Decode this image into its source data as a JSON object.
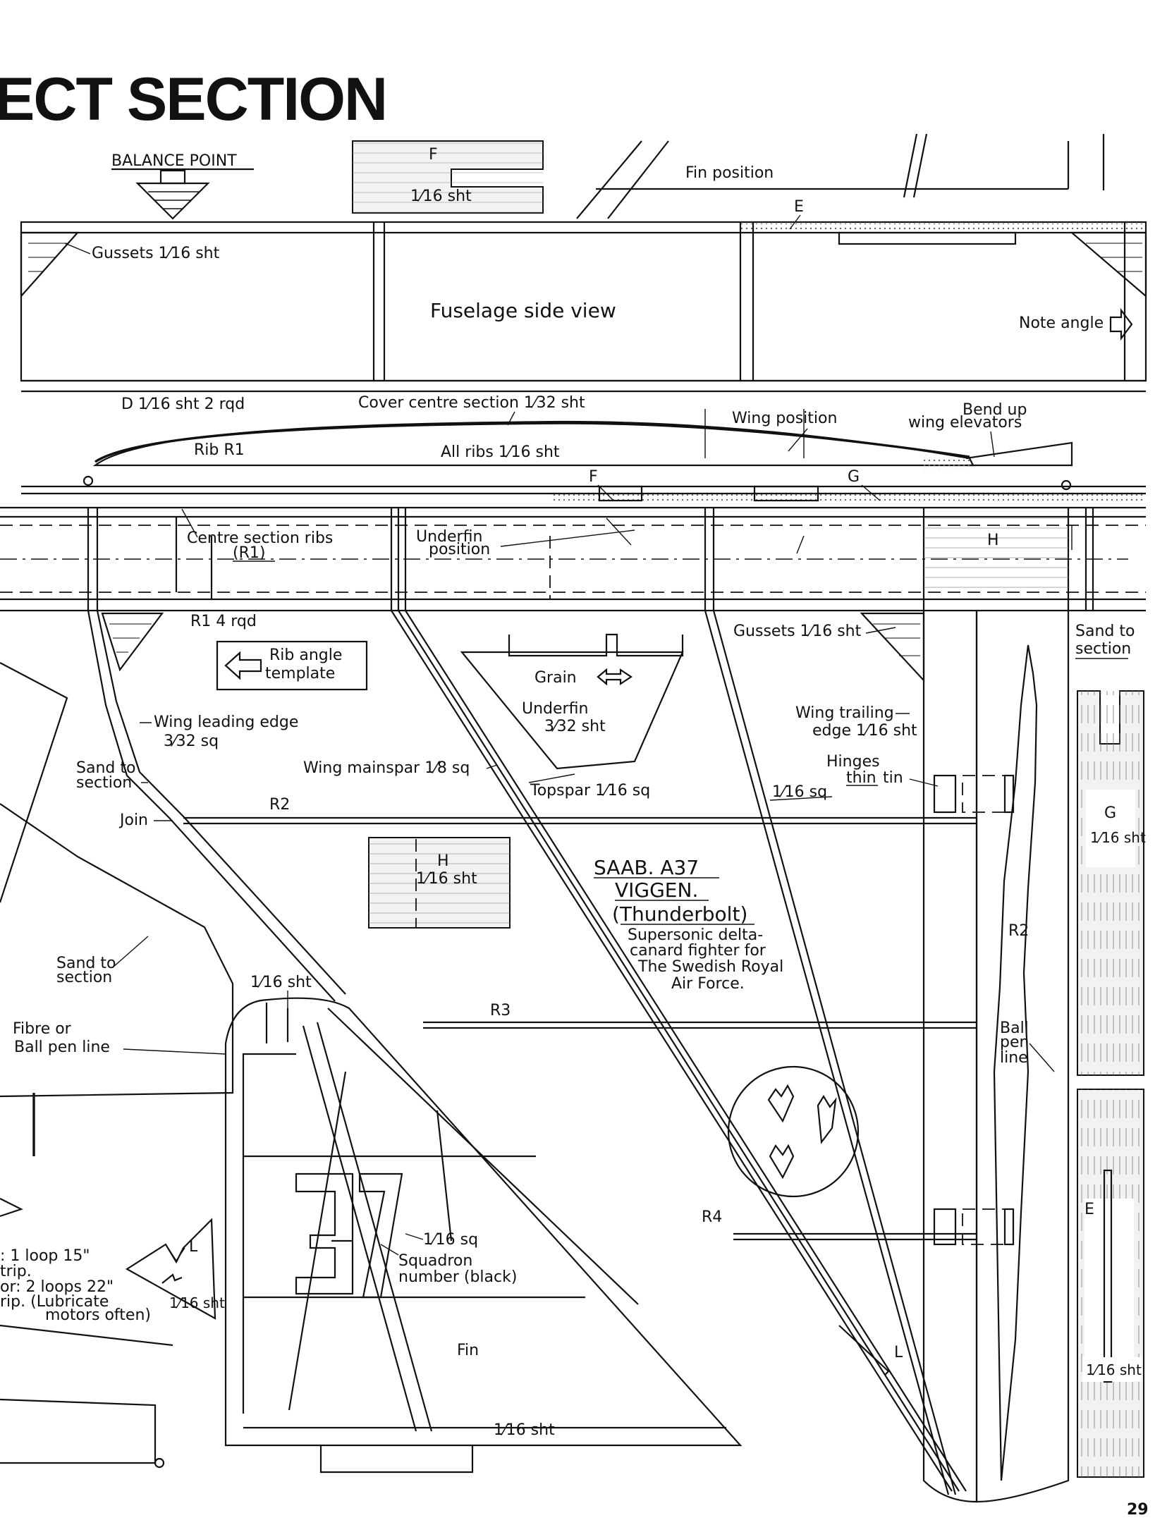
{
  "header": {
    "title": "ECT SECTION"
  },
  "page_number": "29",
  "fuselage": {
    "balance_point": "BALANCE POINT",
    "part_f": "F",
    "part_f_material": "1⁄16 sht",
    "fin_position": "Fin position",
    "part_e": "E",
    "gussets_top": "Gussets 1⁄16 sht",
    "side_view": "Fuselage side view",
    "note_angle": "Note angle",
    "d_label": "D 1⁄16 sht    2 rqd",
    "cover_centre": "Cover centre section 1⁄32 sht",
    "wing_position": "Wing position",
    "bend_up_1": "Bend up",
    "bend_up_2": "wing elevators",
    "rib_r1": "Rib R1",
    "all_ribs": "All ribs 1⁄16 sht",
    "part_f2": "F",
    "part_g": "G"
  },
  "wing": {
    "centre_ribs_1": "Centre section ribs",
    "centre_ribs_2": "(R1)",
    "underfin_pos_1": "Underfin",
    "underfin_pos_2": "position",
    "part_h": "H",
    "r1_rqd": "R1      4 rqd",
    "gussets_right": "Gussets 1⁄16 sht",
    "sand_section_top_1": "Sand to",
    "sand_section_top_2": "section",
    "rib_angle_1": "Rib angle",
    "rib_angle_2": "template",
    "grain": "Grain",
    "underfin_1": "Underfin",
    "underfin_2": "3⁄32 sht",
    "leading_edge_1": "Wing leading edge",
    "leading_edge_2": "3⁄32 sq",
    "trailing_edge_1": "Wing trailing",
    "trailing_edge_2": "edge 1⁄16 sht",
    "hinges_1": "Hinges",
    "hinges_thin": "thin",
    "hinges_tin": "tin",
    "sand_left_1": "Sand to",
    "sand_left_2": "section",
    "mainspar": "Wing mainspar 1⁄8 sq",
    "topspar": "Topspar 1⁄16 sq",
    "sixteenth_sq": "1⁄16 sq",
    "join": "Join",
    "r2": "R2",
    "part_g_side": "G",
    "part_g_side_mat": "1⁄16 sht",
    "h_sheet": "H",
    "h_sheet_mat": "1⁄16 sht",
    "r2_side": "R2",
    "r3": "R3",
    "r4": "R4",
    "ball_pen_1": "Ball",
    "ball_pen_2": "pen",
    "ball_pen_3": "line",
    "part_e_side": "E",
    "part_e_side_mat": "1⁄16 sht"
  },
  "title_block": {
    "line1": "SAAB. A37",
    "line2": "VIGGEN.",
    "line3": "(Thunderbolt)",
    "desc1": "Supersonic delta-",
    "desc2": "canard fighter for",
    "desc3": "The Swedish Royal",
    "desc4": "Air Force."
  },
  "fin": {
    "sand_section_1": "Sand to",
    "sand_section_2": "section",
    "sixteenth_sht": "1⁄16 sht",
    "fibre_1": "Fibre or",
    "fibre_2": "Ball pen line",
    "sixteenth_sq": "1⁄16 sq",
    "squadron_1": "Squadron",
    "squadron_2": "number (black)",
    "fin": "Fin",
    "bottom_sht": "1⁄16 sht",
    "part_l": "L",
    "part_l2": "L",
    "l_sht": "1⁄16 sht",
    "squadron_number": "37"
  },
  "motor_notes": {
    "line1": ": 1 loop 15\"",
    "line2": "trip.",
    "line3": "or: 2 loops 22\"",
    "line4": "rip. (Lubricate",
    "line5": "motors often)"
  }
}
